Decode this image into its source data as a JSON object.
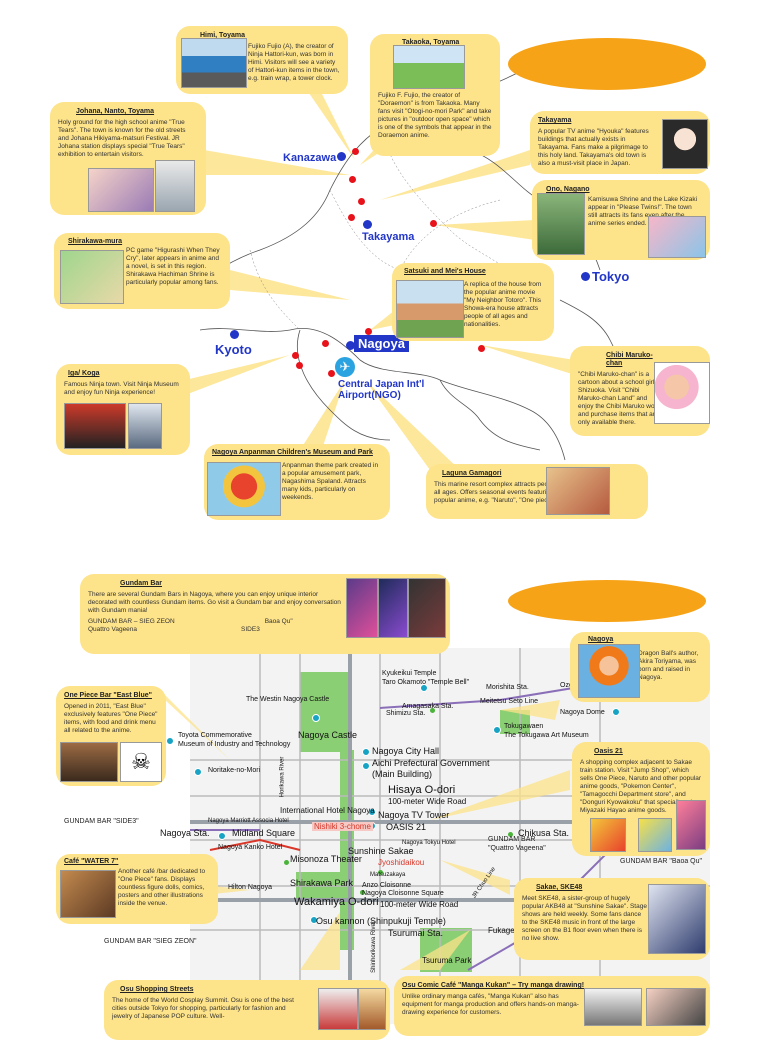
{
  "top": {
    "cities": {
      "kanazawa": "Kanazawa",
      "takayama": "Takayama",
      "tokyo": "Tokyo",
      "kyoto": "Kyoto",
      "nagoya": "Nagoya",
      "airport_l1": "Central Japan Int'l",
      "airport_l2": "Airport(NGO)"
    },
    "cards": {
      "himi": {
        "title": "Himi, Toyama",
        "body": "Fujiko Fujio (A), the creator of Ninja Hattori-kun, was born in Himi. Visitors will see a variety of Hattori-kun items in the town, e.g. train wrap, a tower clock."
      },
      "takaoka": {
        "title": "Takaoka, Toyama",
        "body": "Fujiko F. Fujio, the creator of \"Doraemon\" is from Takaoka. Many fans visit \"Otogi-no-mori Park\" and take pictures in \"outdoor open space\" which is one of the symbols that appear in the Doraemon anime."
      },
      "johana": {
        "title": "Johana, Nanto, Toyama",
        "body": "Holy ground for the high school anime \"True Tears\". The town is known for the old streets and Johana Hikiyama-matsuri Festival. JR Johana station displays special \"True Tears\" exhibition to entertain visitors."
      },
      "takayama": {
        "title": "Takayama",
        "body": "A popular TV anime \"Hyouka\" features buildings that actually exists in Takayama. Fans make a pilgrimage to this holy land. Takayama's old town is also a must-visit place in Japan."
      },
      "ono": {
        "title": "Ono, Nagano",
        "body": "Kamisuwa Shrine and the Lake Kizaki appear in \"Please Twins!\". The town still attracts its fans even after the anime series ended."
      },
      "shirakawa": {
        "title": "Shirakawa-mura",
        "body": "PC game \"Higurashi When They Cry\", later appears in anime and a novel, is set in this region. Shirakawa Hachiman Shrine is particularly popular among fans."
      },
      "satsuki": {
        "title": "Satsuki and Mei's House",
        "body": "A replica of the house from the popular anime movie \"My Neighbor Totoro\". This Showa-era house attracts people of all ages and nationalities."
      },
      "chibi": {
        "title": "Chibi Maruko-chan",
        "body": "\"Chibi Maruko-chan\" is a cartoon about a school girl in Shizuoka. Visit \"Chibi Maruko-chan Land\" and enjoy the Chibi Maruko world and purchase items that are only available there."
      },
      "iga": {
        "title": "Iga/ Koga",
        "body": "Famous Ninja town. Visit Ninja Museum and enjoy fun Ninja experience!"
      },
      "anpanman": {
        "title": "Nagoya Anpanman Children's Museum and Park",
        "body": "Anpanman theme park created in a popular amusement park, Nagashima Spaland. Attracts many kids, particularly on weekends."
      },
      "laguna": {
        "title": "Laguna Gamagori",
        "body": "This marine resort complex attracts people of all ages. Offers seasonal events featuring popular anime, e.g. \"Naruto\", \"One piece\" etc."
      }
    }
  },
  "bottom": {
    "cards": {
      "gundam": {
        "title": "Gundam Bar",
        "body": "There are several Gundam Bars in Nagoya, where you can enjoy unique interior decorated with countless Gundam items. Go visit a Gundam bar and enjoy conversation with Gundam mania!",
        "bars": [
          "GUNDAM BAR – SIEG ZEON",
          "Baoa Qu\"",
          "Quattro Vageena",
          "SIDE3"
        ]
      },
      "nagoya": {
        "title": "Nagoya",
        "body": "Dragon Ball's author, Akira Toriyama, was born and raised in Nagoya."
      },
      "onepiece": {
        "title": "One Piece Bar \"East Blue\"",
        "body": "Opened in 2011, \"East Blue\" exclusively features \"One Piece\" items, with food and drink menu all related to the anime."
      },
      "oasis": {
        "title": "Oasis 21",
        "body": "A shopping complex adjacent to Sakae train station. Visit \"Jump Shop\", which sells One Piece, Naruto and other popular anime goods, \"Pokemon Center\", \"Tamagocchi Department store\", and \"Donguri Kyowakoku\" that specializes in Miyazaki Hayao anime goods."
      },
      "water7": {
        "title": "Café \"WATER 7\"",
        "body": "Another café /bar dedicated to \"One Piece\" fans. Displays countless figure dolls, comics, posters and other illustrations inside the venue."
      },
      "ske48": {
        "title": "Sakae, SKE48",
        "body": "Meet SKE48, a sister-group of hugely popular AKB48 at \"Sunshine Sakae\". Stage shows are held weekly. Some fans dance to the SKE48 music in front of the large screen on the B1 floor even when there is no live show."
      },
      "osu": {
        "title": "Osu Shopping Streets",
        "body": "The home of the World Cosplay Summit. Osu is one of the best cities outside Tokyo for shopping, particularly for fashion and jewelry of Japanese POP culture. Well-"
      },
      "mangakukan": {
        "title": "Osu Comic Café \"Manga Kukan\" – Try manga drawing!",
        "body": "Unlike ordinary manga cafés, \"Manga Kukan\" also has equipment for manga production and offers hands-on manga-drawing experience for customers."
      }
    },
    "gundam_markers": {
      "side3": "GUNDAM BAR \"SIDE3\"",
      "quattro_l1": "GUNDAM BAR",
      "quattro_l2": "\"Quattro Vageena\"",
      "baoa": "GUNDAM BAR \"Baoa Qu\"",
      "sieg": "GUNDAM BAR \"SIEG ZEON\""
    },
    "landmarks": {
      "kyudai1": "Kyukeikui Temple",
      "kyudai2": "Taro Okamoto \"Temple Bell\"",
      "morishita": "Morishita Sta.",
      "meitetsu": "Meitetsu Seto Line",
      "ozone": "Ozon",
      "westin": "The Westin Nagoya Castle",
      "amagasaka": "Amagasaka Sta.",
      "shimizu": "Shimizu Sta.",
      "nagoya_dome": "Nagoya Dome",
      "tokugawa1": "Tokugawaen",
      "tokugawa2": "The Tokugawa Art Museum",
      "toyota1": "Toyota Commemorative",
      "toyota2": "Museum of Industry and Technology",
      "nagoya_castle": "Nagoya Castle",
      "city_hall": "Nagoya City Hall",
      "aichi1": "Aichi Prefectural Government",
      "aichi2": "(Main Building)",
      "noritake": "Noritake-no-Mori",
      "hisaya": "Hisaya O-dori",
      "wide_road1": "100-meter Wide Road",
      "intl_hotel": "International Hotel Nagoya",
      "nishiki": "Nishiki 3-chome",
      "tv_tower": "Nagoya TV Tower",
      "oasis21": "OASIS 21",
      "marriott": "Nagoya Marriott Associa Hotel",
      "nagoya_sta": "Nagoya Sta.",
      "midland": "Midland Square",
      "kanko": "Nagoya Kanko Hotel",
      "sunshine": "Sunshine Sakae",
      "tokyu": "Nagoya Tokyu Hotel",
      "chikusa": "Chikusa Sta.",
      "misonoza": "Misonoza Theater",
      "jyoshi": "Jyoshidaikou",
      "hilton": "Hilton Nagoya",
      "shirakawa": "Shirakawa Park",
      "matsuzakaya": "Matsuzakaya",
      "anzo": "Anzo Cloisonne",
      "cloisonne_sq": "Nagoya Cloisonne Square",
      "wakamiya": "Wakamiya O-dori",
      "wide_road2": "100-meter Wide Road",
      "osu_kannon": "Osu kannon (Shinpukuji Temple)",
      "tsurumai_sta": "Tsurumai Sta.",
      "tsurumai_park": "Tsuruma Park",
      "fukiage": "Fukage",
      "jr_chuo": "JR Chuo Line",
      "horikawa": "Horikawa River",
      "hotta_river": "Shinhorikawa River"
    }
  }
}
